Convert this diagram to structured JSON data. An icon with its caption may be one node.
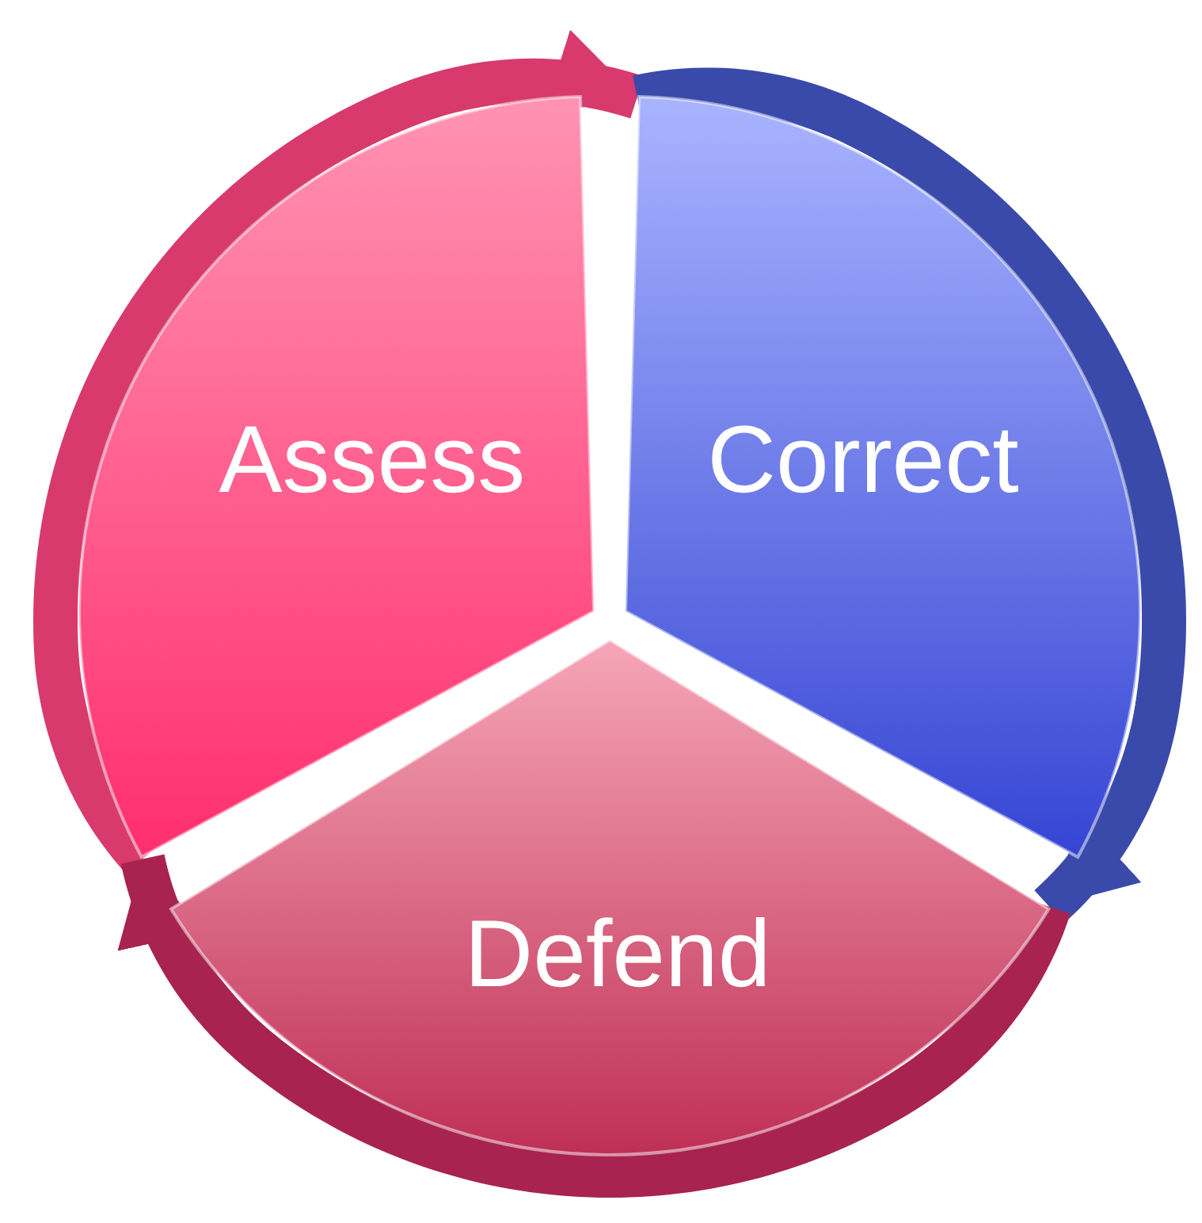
{
  "diagram": {
    "nodes": [
      {
        "text": [
          "Assess"
        ]
      },
      {
        "text": [
          "Correct"
        ]
      },
      {
        "text": [
          "Defend"
        ]
      }
    ],
    "edges": [
      {
        "from": 0,
        "to": 1,
        "arrow": "to",
        "color": "#d83a6e"
      },
      {
        "from": 1,
        "to": 2,
        "arrow": "to",
        "color": "#3a4aab"
      },
      {
        "from": 2,
        "to": 0,
        "arrow": "to",
        "color": "#a8234f"
      }
    ]
  }
}
